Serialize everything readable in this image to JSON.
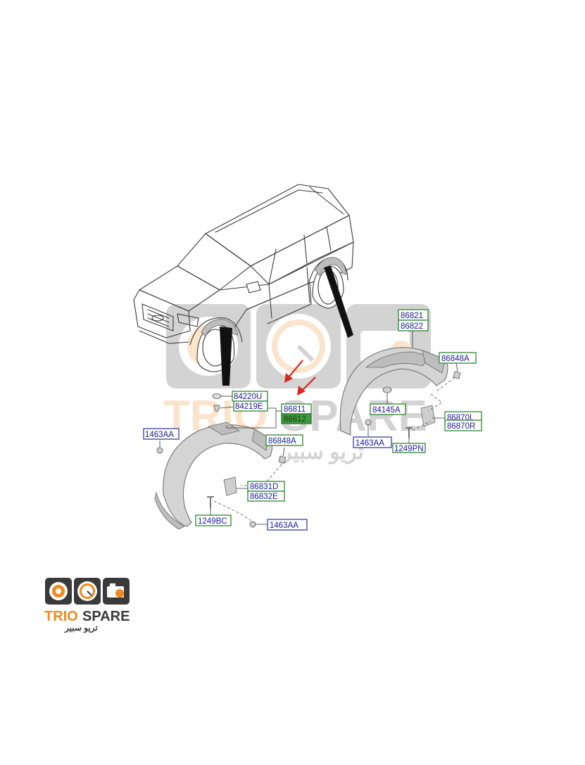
{
  "watermark": {
    "brand_primary": "TRIO",
    "brand_secondary": "SPARE",
    "arabic": "تريو سبير"
  },
  "logo": {
    "brand_primary": "TRIO",
    "brand_secondary": "SPARE",
    "arabic": "تريو سبير",
    "icons": [
      "speaker-icon",
      "speedometer-icon",
      "engine-icon"
    ]
  },
  "colors": {
    "label_text": "#1a1a9c",
    "box_green": "#3c8f3c",
    "box_blue": "#4a4ab0",
    "highlight_green": "#3e9a3e",
    "arrow_red": "#d8291c",
    "logo_orange": "#f08a1c",
    "logo_dark": "#3a3a3a"
  },
  "labels": {
    "p86821": "86821",
    "p86822": "86822",
    "p86848a_rear": "86848A",
    "p84145a": "84145A",
    "p86870l": "86870L",
    "p86870r": "86870R",
    "p1463aa_rear": "1463AA",
    "p1249pn": "1249PN",
    "p84220u": "84220U",
    "p84219e": "84219E",
    "p86811": "86811",
    "p86812": "86812",
    "p1463aa_front_top": "1463AA",
    "p86848a_front": "86848A",
    "p86831d": "86831D",
    "p86832e": "86832E",
    "p1249bc": "1249BC",
    "p1463aa_front_bottom": "1463AA"
  }
}
